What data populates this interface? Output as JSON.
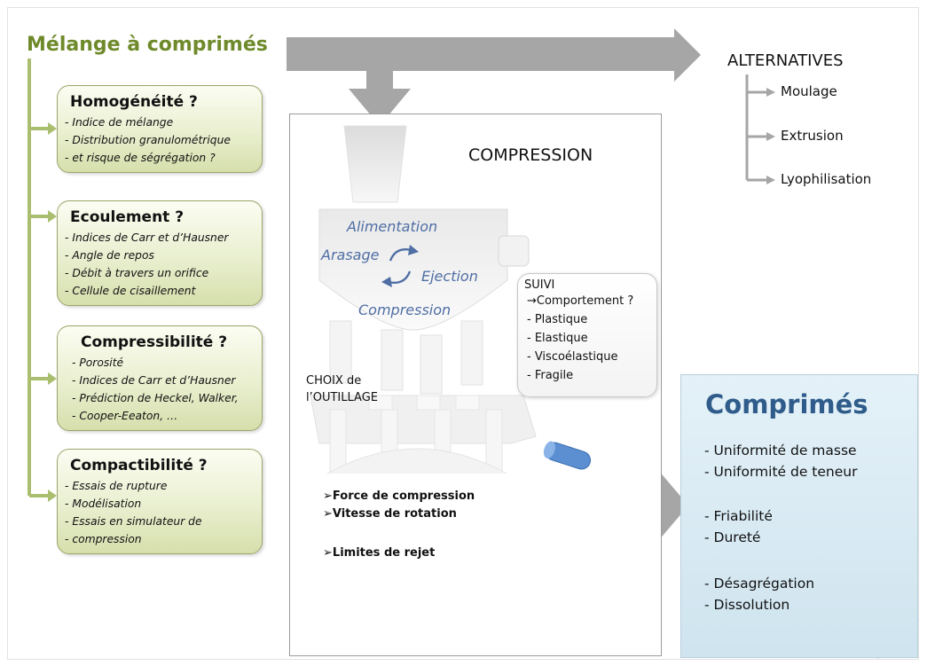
{
  "title": "Mélange à comprimés",
  "properties": [
    {
      "heading": "Homogénéité ?",
      "items": [
        "Indice de mélange",
        "Distribution granulométrique",
        "et risque de ségrégation ?"
      ]
    },
    {
      "heading": "Ecoulement ?",
      "items": [
        "Indices de Carr et d’Hausner",
        "Angle de repos",
        "Débit à travers un orifice",
        "Cellule de cisaillement"
      ]
    },
    {
      "heading": "Compressibilité ?",
      "items": [
        "Porosité",
        "Indices de Carr et d’Hausner",
        "Prédiction de Heckel, Walker,",
        "Cooper-Eeaton, …"
      ]
    },
    {
      "heading": "Compactibilité ?",
      "items": [
        "Essais de rupture",
        "Modélisation",
        "Essais en simulateur de",
        "compression"
      ]
    }
  ],
  "compression": {
    "title": "COMPRESSION",
    "cycle": {
      "alimentation": "Alimentation",
      "arasage": "Arasage",
      "ejection": "Ejection",
      "compression": "Compression"
    },
    "suivi": {
      "title": "SUIVI",
      "behaviour": "Comportement ?",
      "items": [
        "Plastique",
        "Elastique",
        "Viscoélastique",
        "Fragile"
      ]
    },
    "outillage": [
      "CHOIX de",
      "l’OUTILLAGE"
    ],
    "parameters": [
      "Force de compression",
      "Vitesse de rotation",
      "Limites de rejet"
    ]
  },
  "alternatives": {
    "title": "ALTERNATIVES",
    "items": [
      "Moulage",
      "Extrusion",
      "Lyophilisation"
    ]
  },
  "result": {
    "title": "Comprimés",
    "items": [
      "Uniformité de masse",
      "Uniformité de teneur",
      "Friabilité",
      "Dureté",
      "Désagrégation",
      "Dissolution"
    ]
  },
  "colors": {
    "green_title": "#6f8a2b",
    "arrow_grey": "#a6a6a6",
    "blue_text": "#4f6ea4",
    "result_title": "#2f5c8a"
  }
}
